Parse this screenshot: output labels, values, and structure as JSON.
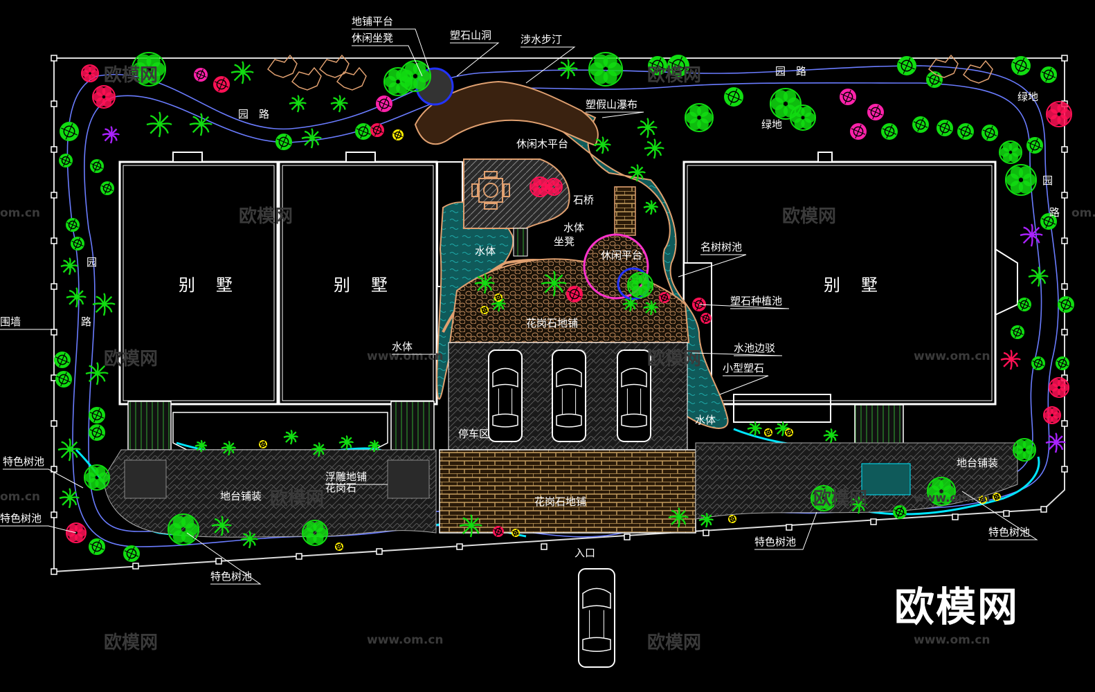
{
  "colors": {
    "background": "#000000",
    "boundary": "#ffffff",
    "path": "#6a7cff",
    "water": "#1e8c8c",
    "water_edge": "#00e5ff",
    "rock": "#e0a070",
    "tree_green": "#11dd11",
    "tree_red": "#ff1155",
    "tree_magenta": "#ff22aa",
    "tree_purple": "#aa22ff",
    "tree_yellow": "#ffee00",
    "paving": "#c8a060"
  },
  "labels": {
    "paving_platform": "地铺平台",
    "leisure_bench": "休闲坐凳",
    "rock_cave": "塑石山洞",
    "stepping_stones": "涉水步汀",
    "garden_road": "园　路",
    "garden_road_2": "园　路",
    "garden_road_3": "园",
    "garden_road_4": "路",
    "garden_road_5": "园",
    "garden_road_6": "路",
    "rockery_waterfall": "塑假山瀑布",
    "green_space": "绿地",
    "green_space_2": "绿地",
    "wooden_platform": "休闲木平台",
    "stone_bridge": "石桥",
    "water_body": "水体",
    "water_bench": "水体",
    "water_bench_2": "坐凳",
    "leisure_platform": "休闲平台",
    "famous_tree_pool": "名树树池",
    "rock_planter": "塑石种植池",
    "granite_paving": "花岗石地铺",
    "pool_edge": "水池边驳",
    "small_rock": "小型塑石",
    "water_body_2": "水体",
    "water_body_3": "水体",
    "parking": "停车区",
    "villa_1": "别墅",
    "villa_2": "别墅",
    "villa_3": "别墅",
    "wall": "围墙",
    "special_tree_pool_1": "特色树池",
    "special_tree_pool_2": "特色树池",
    "special_tree_pool_3": "特色树池",
    "special_tree_pool_4": "特色树池",
    "special_tree_pool_5": "特色树池",
    "terrace_paving_1": "地台铺装",
    "terrace_paving_2": "地台铺装",
    "carved_paving": "浮雕地铺",
    "granite": "花岗石",
    "granite_paving_2": "花岗石地铺",
    "entrance": "入口"
  },
  "watermarks": {
    "brand": "欧模网",
    "url": "www.om.cn",
    "url_short": "om.cn"
  }
}
